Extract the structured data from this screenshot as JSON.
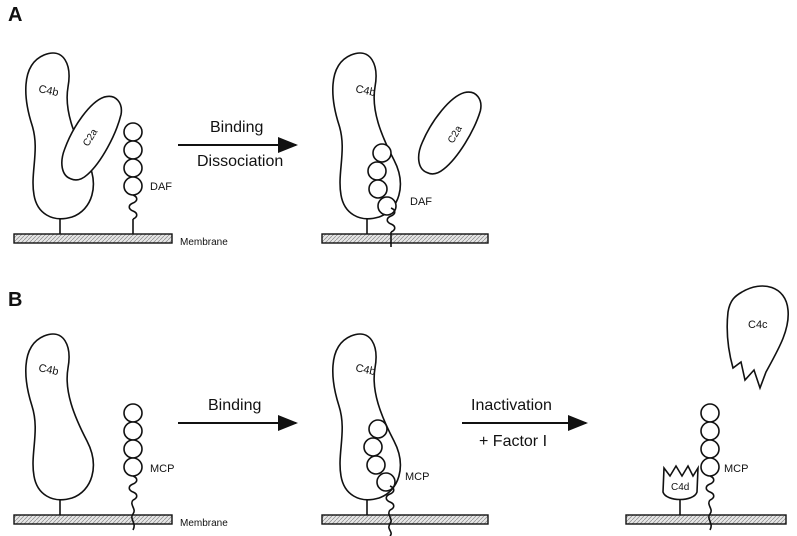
{
  "panels": [
    {
      "letter": "A",
      "states": [
        {
          "c4b": "C4b",
          "c2a": "C2a",
          "daf": "DAF",
          "membrane": "Membrane"
        },
        {
          "c4b": "C4b",
          "c2a": "C2a",
          "daf": "DAF"
        }
      ],
      "arrow": {
        "top": "Binding",
        "bottom": "Dissociation"
      }
    },
    {
      "letter": "B",
      "states": [
        {
          "c4b": "C4b",
          "mcp": "MCP",
          "membrane": "Membrane"
        },
        {
          "c4b": "C4b",
          "mcp": "MCP"
        },
        {
          "c4c": "C4c",
          "c4d": "C4d",
          "mcp": "MCP"
        }
      ],
      "arrows": [
        {
          "top": "Binding"
        },
        {
          "top": "Inactivation",
          "bottom": "+ Factor I"
        }
      ]
    }
  ],
  "colors": {
    "ink": "#111111",
    "membrane_fill": "#d9d9d9"
  }
}
